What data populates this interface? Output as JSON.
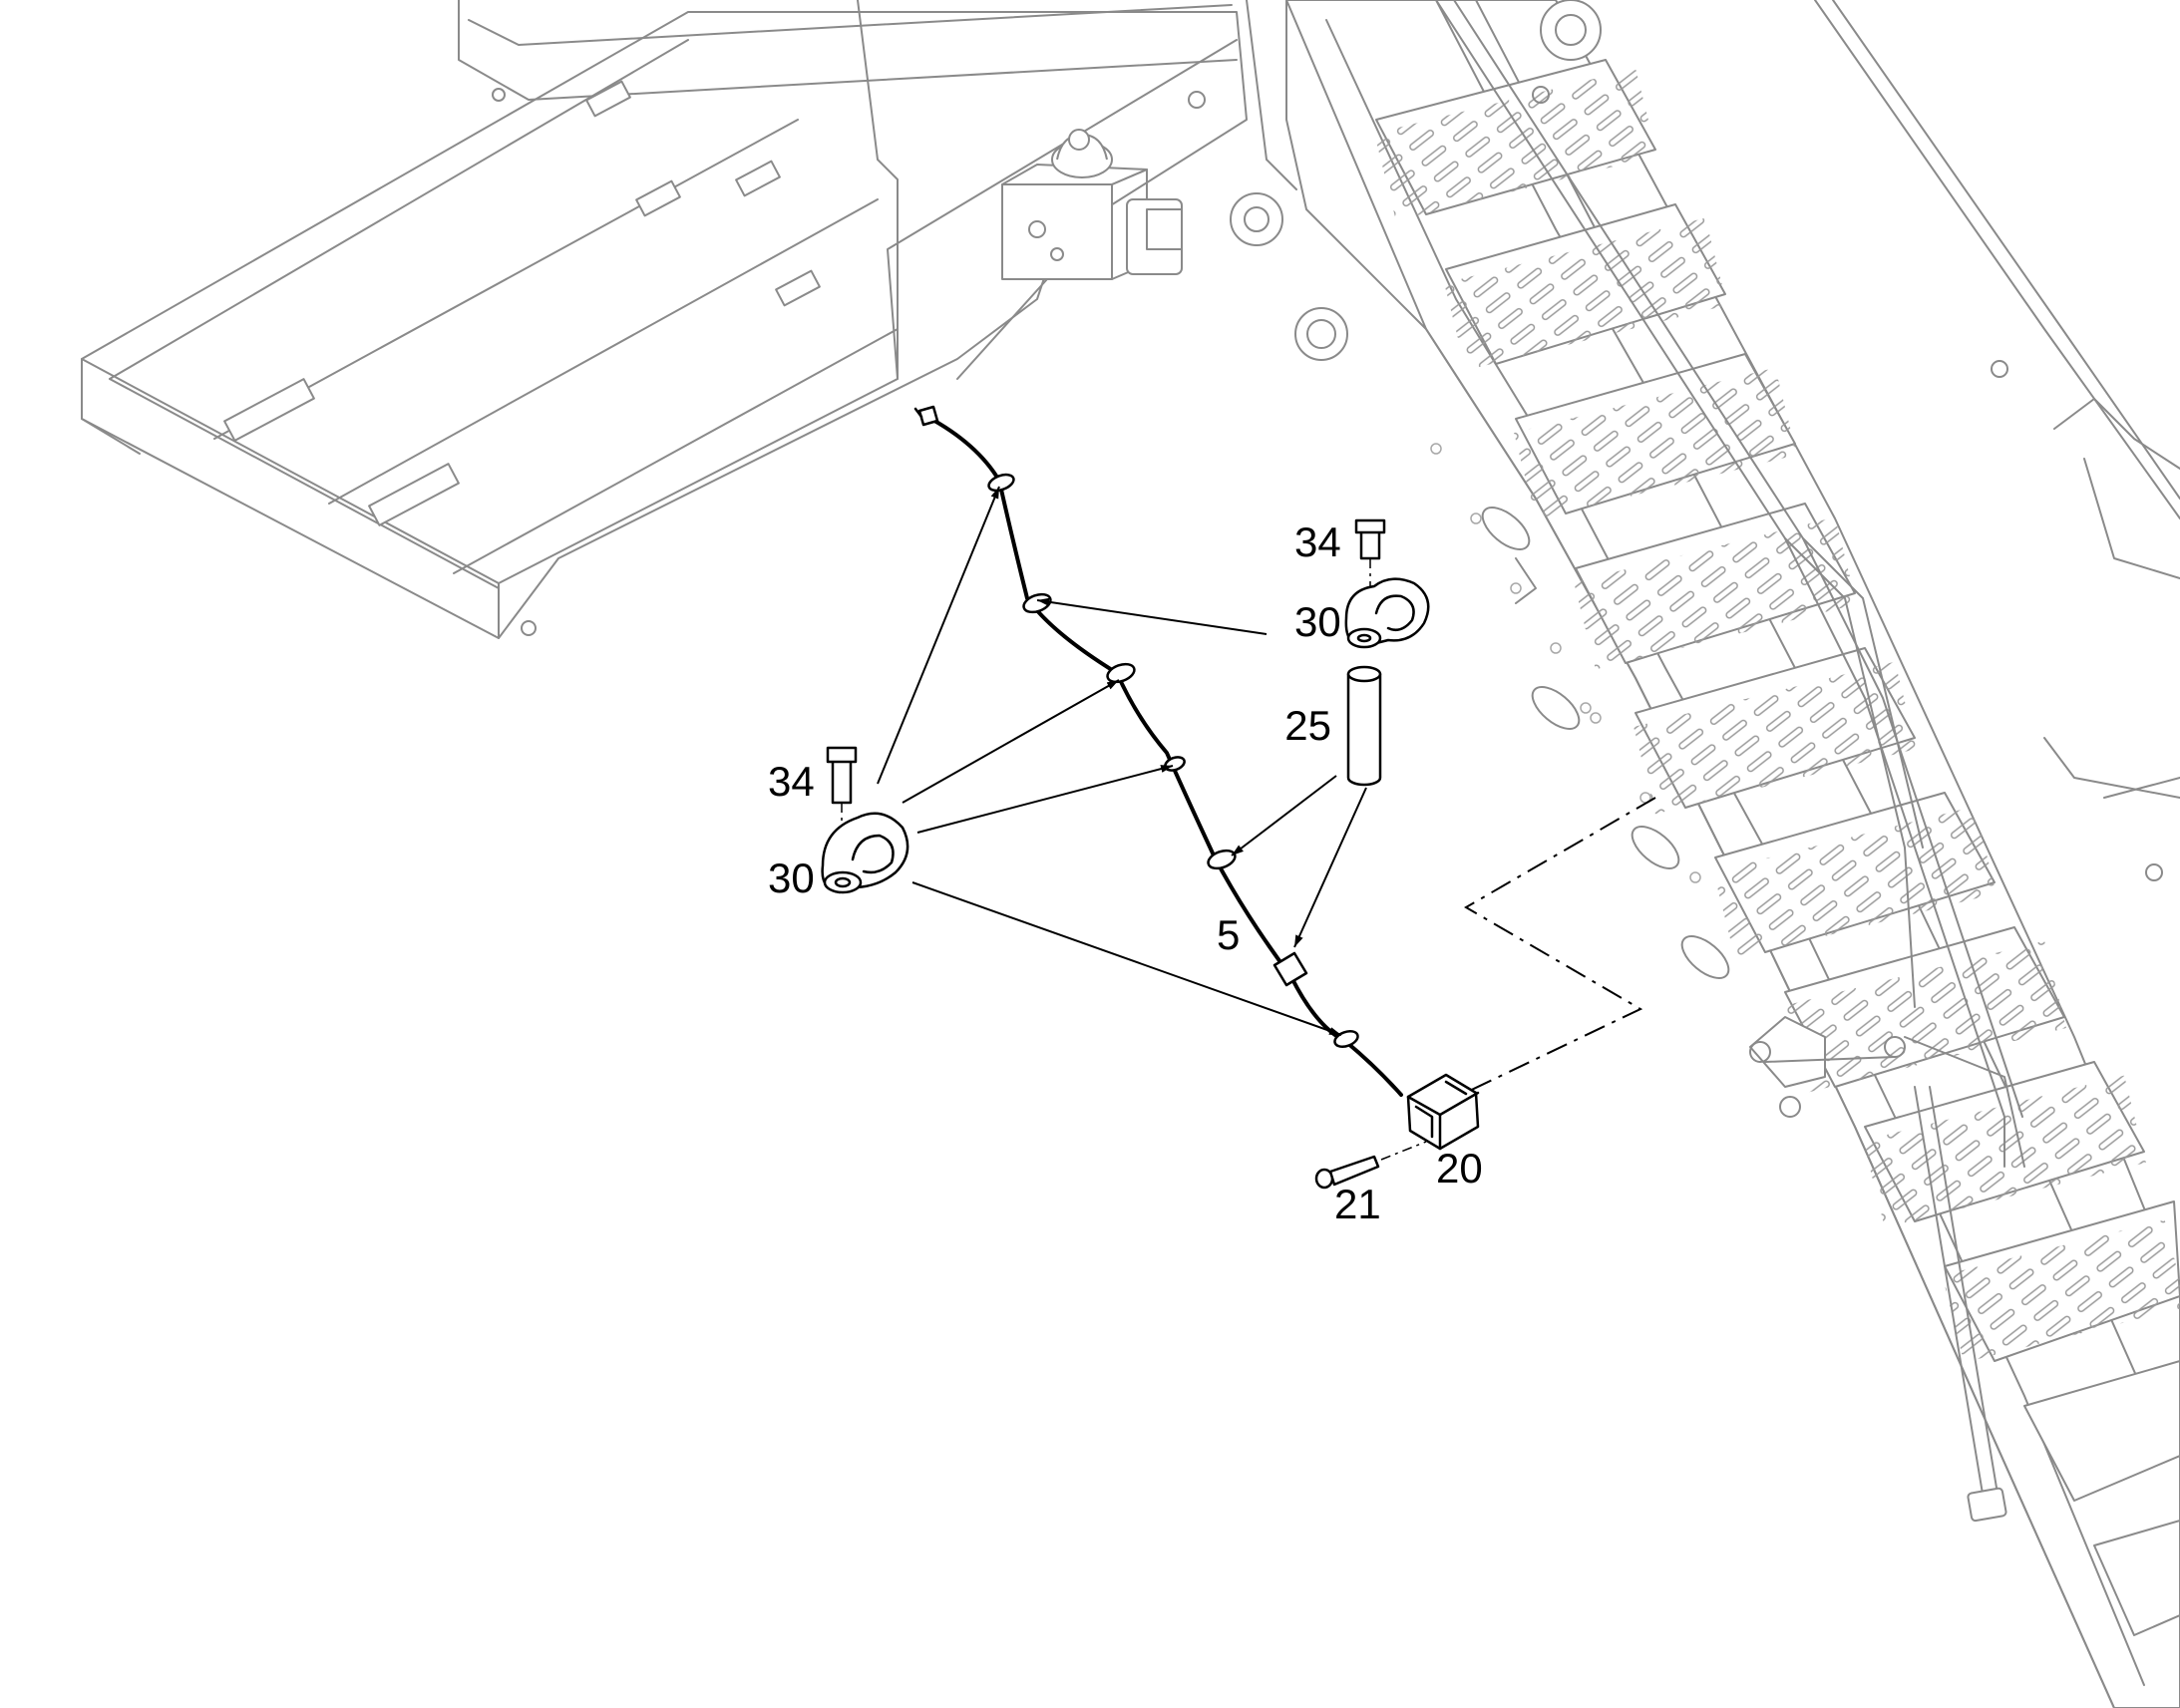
{
  "callouts": {
    "c34_right": "34",
    "c30_right": "30",
    "c25": "25",
    "c34_left": "34",
    "c30_left": "30",
    "c5": "5",
    "c20": "20",
    "c21": "21"
  },
  "colors": {
    "background": "#ffffff",
    "linework": "#000000",
    "ghosted_assembly": "#8a8a8a"
  }
}
